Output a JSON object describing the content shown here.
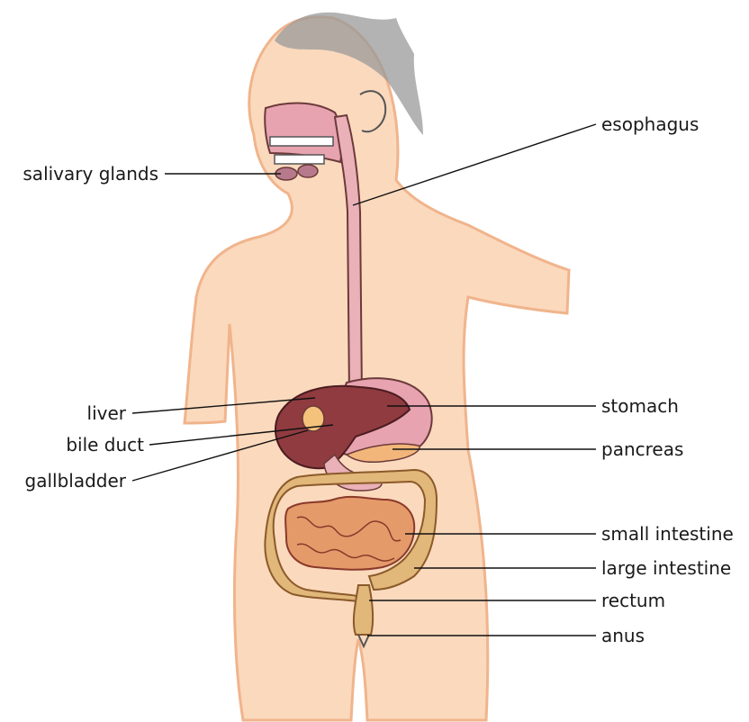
{
  "labels": {
    "esophagus": "esophagus",
    "salivary_glands": "salivary glands",
    "liver": "liver",
    "bile_duct": "bile duct",
    "gallbladder": "gallbladder",
    "stomach": "stomach",
    "pancreas": "pancreas",
    "small_intestine": "small intestine",
    "large_intestine": "large intestine",
    "rectum": "rectum",
    "anus": "anus"
  },
  "colors": {
    "skin": "#fbd9bd",
    "skin_outline": "#f0b48c",
    "hair": "#9a9a9a",
    "liver": "#8f3b40",
    "stomach": "#e8a3b0",
    "pancreas": "#f2b67a",
    "intestine": "#e59a6a",
    "large_intestine": "#e2b77a",
    "esophagus": "#eab1b8",
    "leader": "#111111"
  }
}
